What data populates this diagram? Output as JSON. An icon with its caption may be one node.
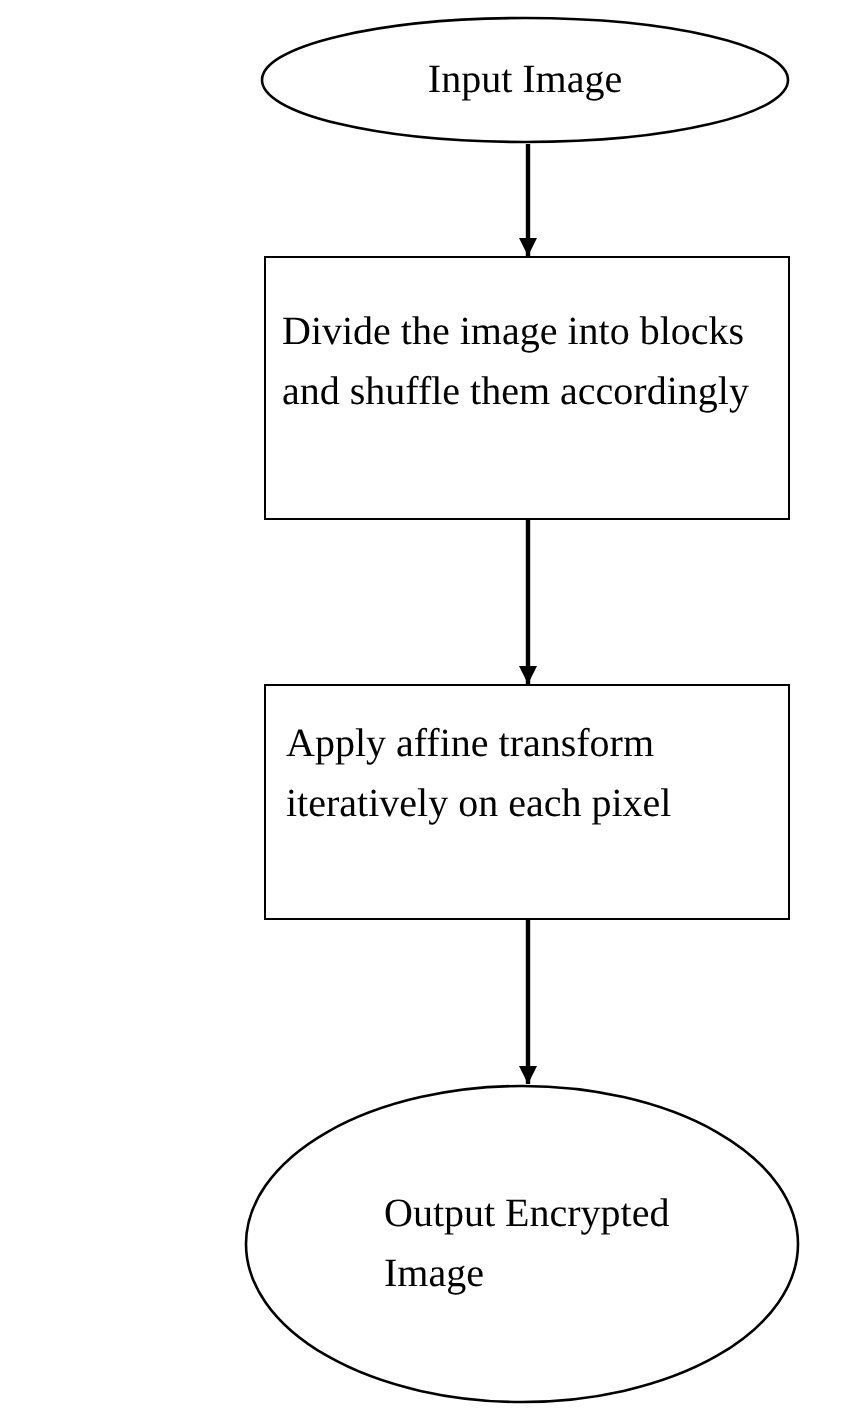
{
  "diagram": {
    "nodes": [
      {
        "text": [
          "Input Image"
        ]
      },
      {
        "text": [
          "Divide the image into blocks and shuffle them accordingly"
        ]
      },
      {
        "text": [
          "Apply affine transform iteratively on each pixel"
        ]
      },
      {
        "text": [
          "Output Encrypted Image"
        ]
      }
    ],
    "edges": [
      {
        "from": 0,
        "to": 1,
        "arrow": "to"
      },
      {
        "from": 1,
        "to": 2,
        "arrow": "to"
      },
      {
        "from": 2,
        "to": 3,
        "arrow": "to"
      }
    ]
  }
}
